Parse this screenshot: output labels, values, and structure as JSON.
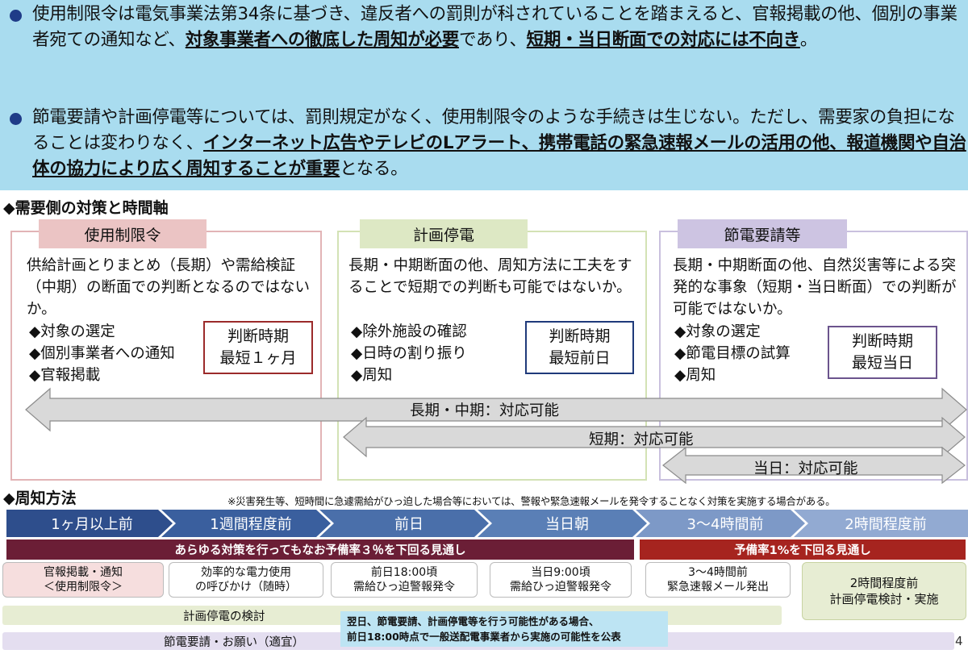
{
  "bullets": [
    {
      "segments": [
        {
          "text": "使用制限令は電気事業法第34条に基づき、違反者への罰則が科されていることを踏まえると、官報掲載の他、個別の事業者宛ての通知など、",
          "emph": false
        },
        {
          "text": "対象事業者への徹底した周知が必要",
          "emph": true
        },
        {
          "text": "であり、",
          "emph": false
        },
        {
          "text": "短期・当日断面での対応には不向き",
          "emph": true
        },
        {
          "text": "。",
          "emph": false
        }
      ]
    },
    {
      "segments": [
        {
          "text": "節電要請や計画停電等については、罰則規定がなく、使用制限令のような手続きは生じない。ただし、需要家の負担になることは変わりなく、",
          "emph": false
        },
        {
          "text": "インターネット広告やテレビのLアラート、携帯電話の緊急速報メールの活用の他、報道機関や自治体の協力により広く周知することが重要",
          "emph": true
        },
        {
          "text": "となる。",
          "emph": false
        }
      ]
    }
  ],
  "section1_title": "◆需要側の対策と時間軸",
  "panels": [
    {
      "title": "使用制限令",
      "desc": "供給計画とりまとめ（長期）や需給検証（中期）の断面での判断となるのではないか。",
      "items": [
        "◆対象の選定",
        "◆個別事業者への通知",
        "◆官報掲載"
      ],
      "judge": [
        "判断時期",
        "最短１ヶ月"
      ]
    },
    {
      "title": "計画停電",
      "desc": "長期・中期断面の他、周知方法に工夫をすることで短期での判断も可能ではないか。",
      "items": [
        "◆除外施設の確認",
        "◆日時の割り振り",
        "◆周知"
      ],
      "judge": [
        "判断時期",
        "最短前日"
      ]
    },
    {
      "title": "節電要請等",
      "desc": "長期・中期断面の他、自然災害等による突発的な事象（短期・当日断面）での判断が可能ではないか。",
      "items": [
        "◆対象の選定",
        "◆節電目標の試算",
        "◆周知"
      ],
      "judge": [
        "判断時期",
        "最短当日"
      ]
    }
  ],
  "arrows": [
    "長期・中期：対応可能",
    "短期：対応可能",
    "当日：対応可能"
  ],
  "section2_title": "◆周知方法",
  "footnote": "※災害発生等、短時間に急遽需給がひっ迫した場合等においては、警報や緊急速報メールを発令することなく対策を実施する場合がある。",
  "timeline": [
    "1ヶ月以上前",
    "1週間程度前",
    "前日",
    "当日朝",
    "3～4時間前",
    "2時間程度前"
  ],
  "band_left": "あらゆる対策を行ってもなお予備率３％を下回る見通し",
  "band_right": "予備率1%を下回る見通し",
  "boxes": [
    [
      "官報掲載・通知",
      "＜使用制限令＞"
    ],
    [
      "効率的な電力使用",
      "の呼びかけ（随時）"
    ],
    [
      "前日18:00頃",
      "需給ひっ迫警報発令"
    ],
    [
      "当日9:00頃",
      "需給ひっ迫警報発令"
    ],
    [
      "3～4時間前",
      "緊急速報メール発出"
    ],
    [
      "2時間程度前",
      "計画停電検討・実施"
    ]
  ],
  "strip1": "計画停電の検討",
  "strip2": "節電要請・お願い（適宜）",
  "notice": [
    "翌日、節電要請、計画停電等を行う可能性がある場合、",
    "前日18:00時点で一般送配電事業者から実施の可能性を公表"
  ],
  "page_number": "4",
  "colors": {
    "banner": "#a9dcef",
    "panel1_border": "#e2b4b6",
    "panel1_tab": "#ebc4c4",
    "judge1": "#9b2a2a",
    "panel2_border": "#d3e2b5",
    "panel2_tab": "#dde8c4",
    "judge2": "#1f3a7a",
    "panel3_border": "#c9c0de",
    "panel3_tab": "#cdc4e2",
    "judge3": "#6b548d",
    "timeline": [
      "#2e4e8c",
      "#3a5f9e",
      "#4a6faa",
      "#5a7fb6",
      "#7d99c7",
      "#92aad2"
    ]
  }
}
